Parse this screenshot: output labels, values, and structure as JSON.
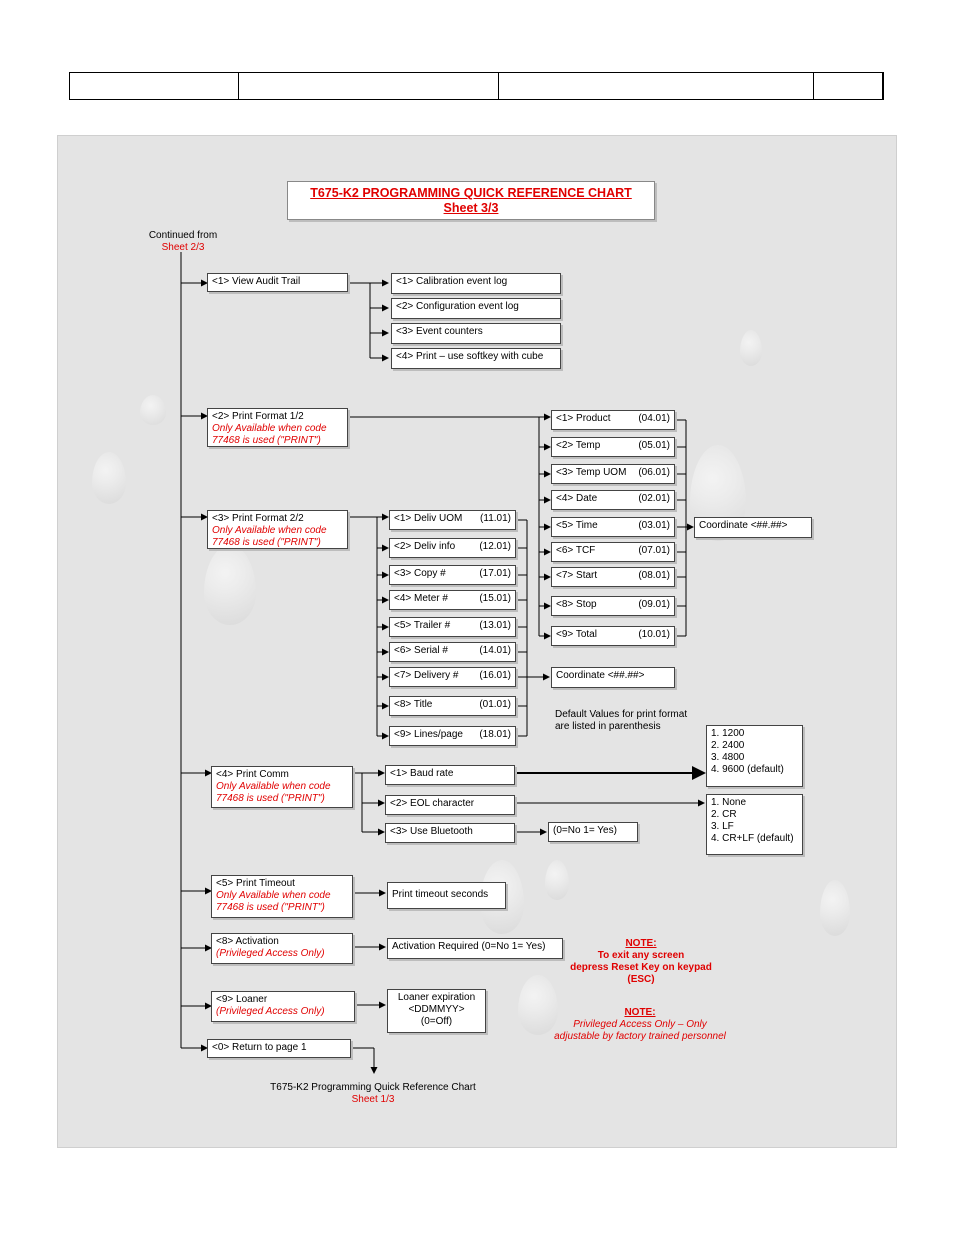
{
  "title": {
    "line1": "T675-K2 PROGRAMMING QUICK REFERENCE CHART",
    "line2": "Sheet 3/3"
  },
  "continued": {
    "label": "Continued from",
    "ref": "Sheet 2/3"
  },
  "menu": [
    {
      "label": "<1> View Audit Trail",
      "note": ""
    },
    {
      "label": "<2> Print Format 1/2",
      "note": "Only Available when code 77468 is used (\"PRINT\")"
    },
    {
      "label": "<3> Print Format 2/2",
      "note": "Only Available when code 77468 is used (\"PRINT\")"
    },
    {
      "label": "<4> Print Comm",
      "note": "Only Available when code 77468 is used (\"PRINT\")"
    },
    {
      "label": "<5> Print Timeout",
      "note": "Only Available when code 77468 is used (\"PRINT\")"
    },
    {
      "label": "<8> Activation",
      "note": "(Privileged Access Only)"
    },
    {
      "label": "<9> Loaner",
      "note": "(Privileged Access Only)"
    },
    {
      "label": "<0> Return to page 1",
      "note": ""
    }
  ],
  "audit": [
    "<1> Calibration event log",
    "<2> Configuration event log",
    "<3> Event counters",
    "<4> Print – use softkey with cube"
  ],
  "format1": [
    {
      "name": "<1> Product",
      "code": "(04.01)"
    },
    {
      "name": "<2> Temp",
      "code": "(05.01)"
    },
    {
      "name": "<3> Temp UOM",
      "code": "(06.01)"
    },
    {
      "name": "<4> Date",
      "code": "(02.01)"
    },
    {
      "name": "<5> Time",
      "code": "(03.01)"
    },
    {
      "name": "<6> TCF",
      "code": "(07.01)"
    },
    {
      "name": "<7> Start",
      "code": "(08.01)"
    },
    {
      "name": "<8> Stop",
      "code": "(09.01)"
    },
    {
      "name": "<9> Total",
      "code": "(10.01)"
    }
  ],
  "format2": [
    {
      "name": "<1> Deliv UOM",
      "code": "(11.01)"
    },
    {
      "name": "<2> Deliv info",
      "code": "(12.01)"
    },
    {
      "name": "<3> Copy #",
      "code": "(17.01)"
    },
    {
      "name": "<4> Meter #",
      "code": "(15.01)"
    },
    {
      "name": "<5> Trailer #",
      "code": "(13.01)"
    },
    {
      "name": "<6> Serial #",
      "code": "(14.01)"
    },
    {
      "name": "<7> Delivery #",
      "code": "(16.01)"
    },
    {
      "name": "<8> Title",
      "code": "(01.01)"
    },
    {
      "name": "<9> Lines/page",
      "code": "(18.01)"
    }
  ],
  "coordinate": "Coordinate  <##.##>",
  "default_note": [
    "Default Values for print format",
    "are listed in parenthesis"
  ],
  "comm": [
    "<1> Baud rate",
    "<2> EOL character",
    "<3> Use Bluetooth"
  ],
  "baud_options": [
    "1. 1200",
    "2. 2400",
    "3. 4800",
    "4. 9600 (default)"
  ],
  "eol_options": [
    "1. None",
    "2. CR",
    "3. LF",
    "4. CR+LF (default)"
  ],
  "bluetooth_value": "(0=No 1= Yes)",
  "timeout_value": "Print timeout seconds",
  "activation_value": "Activation Required (0=No 1= Yes)",
  "loaner_value": [
    "Loaner expiration",
    "<DDMMYY>",
    "(0=Off)"
  ],
  "note1": {
    "heading": "NOTE:",
    "lines": [
      "To exit any screen",
      "depress Reset Key on keypad",
      "(ESC)"
    ]
  },
  "note2": {
    "heading": "NOTE:",
    "lines": [
      "Privileged Access Only – Only",
      "adjustable by factory trained personnel"
    ]
  },
  "footer": {
    "line1": "T675-K2 Programming Quick Reference Chart",
    "line2": "Sheet 1/3"
  }
}
